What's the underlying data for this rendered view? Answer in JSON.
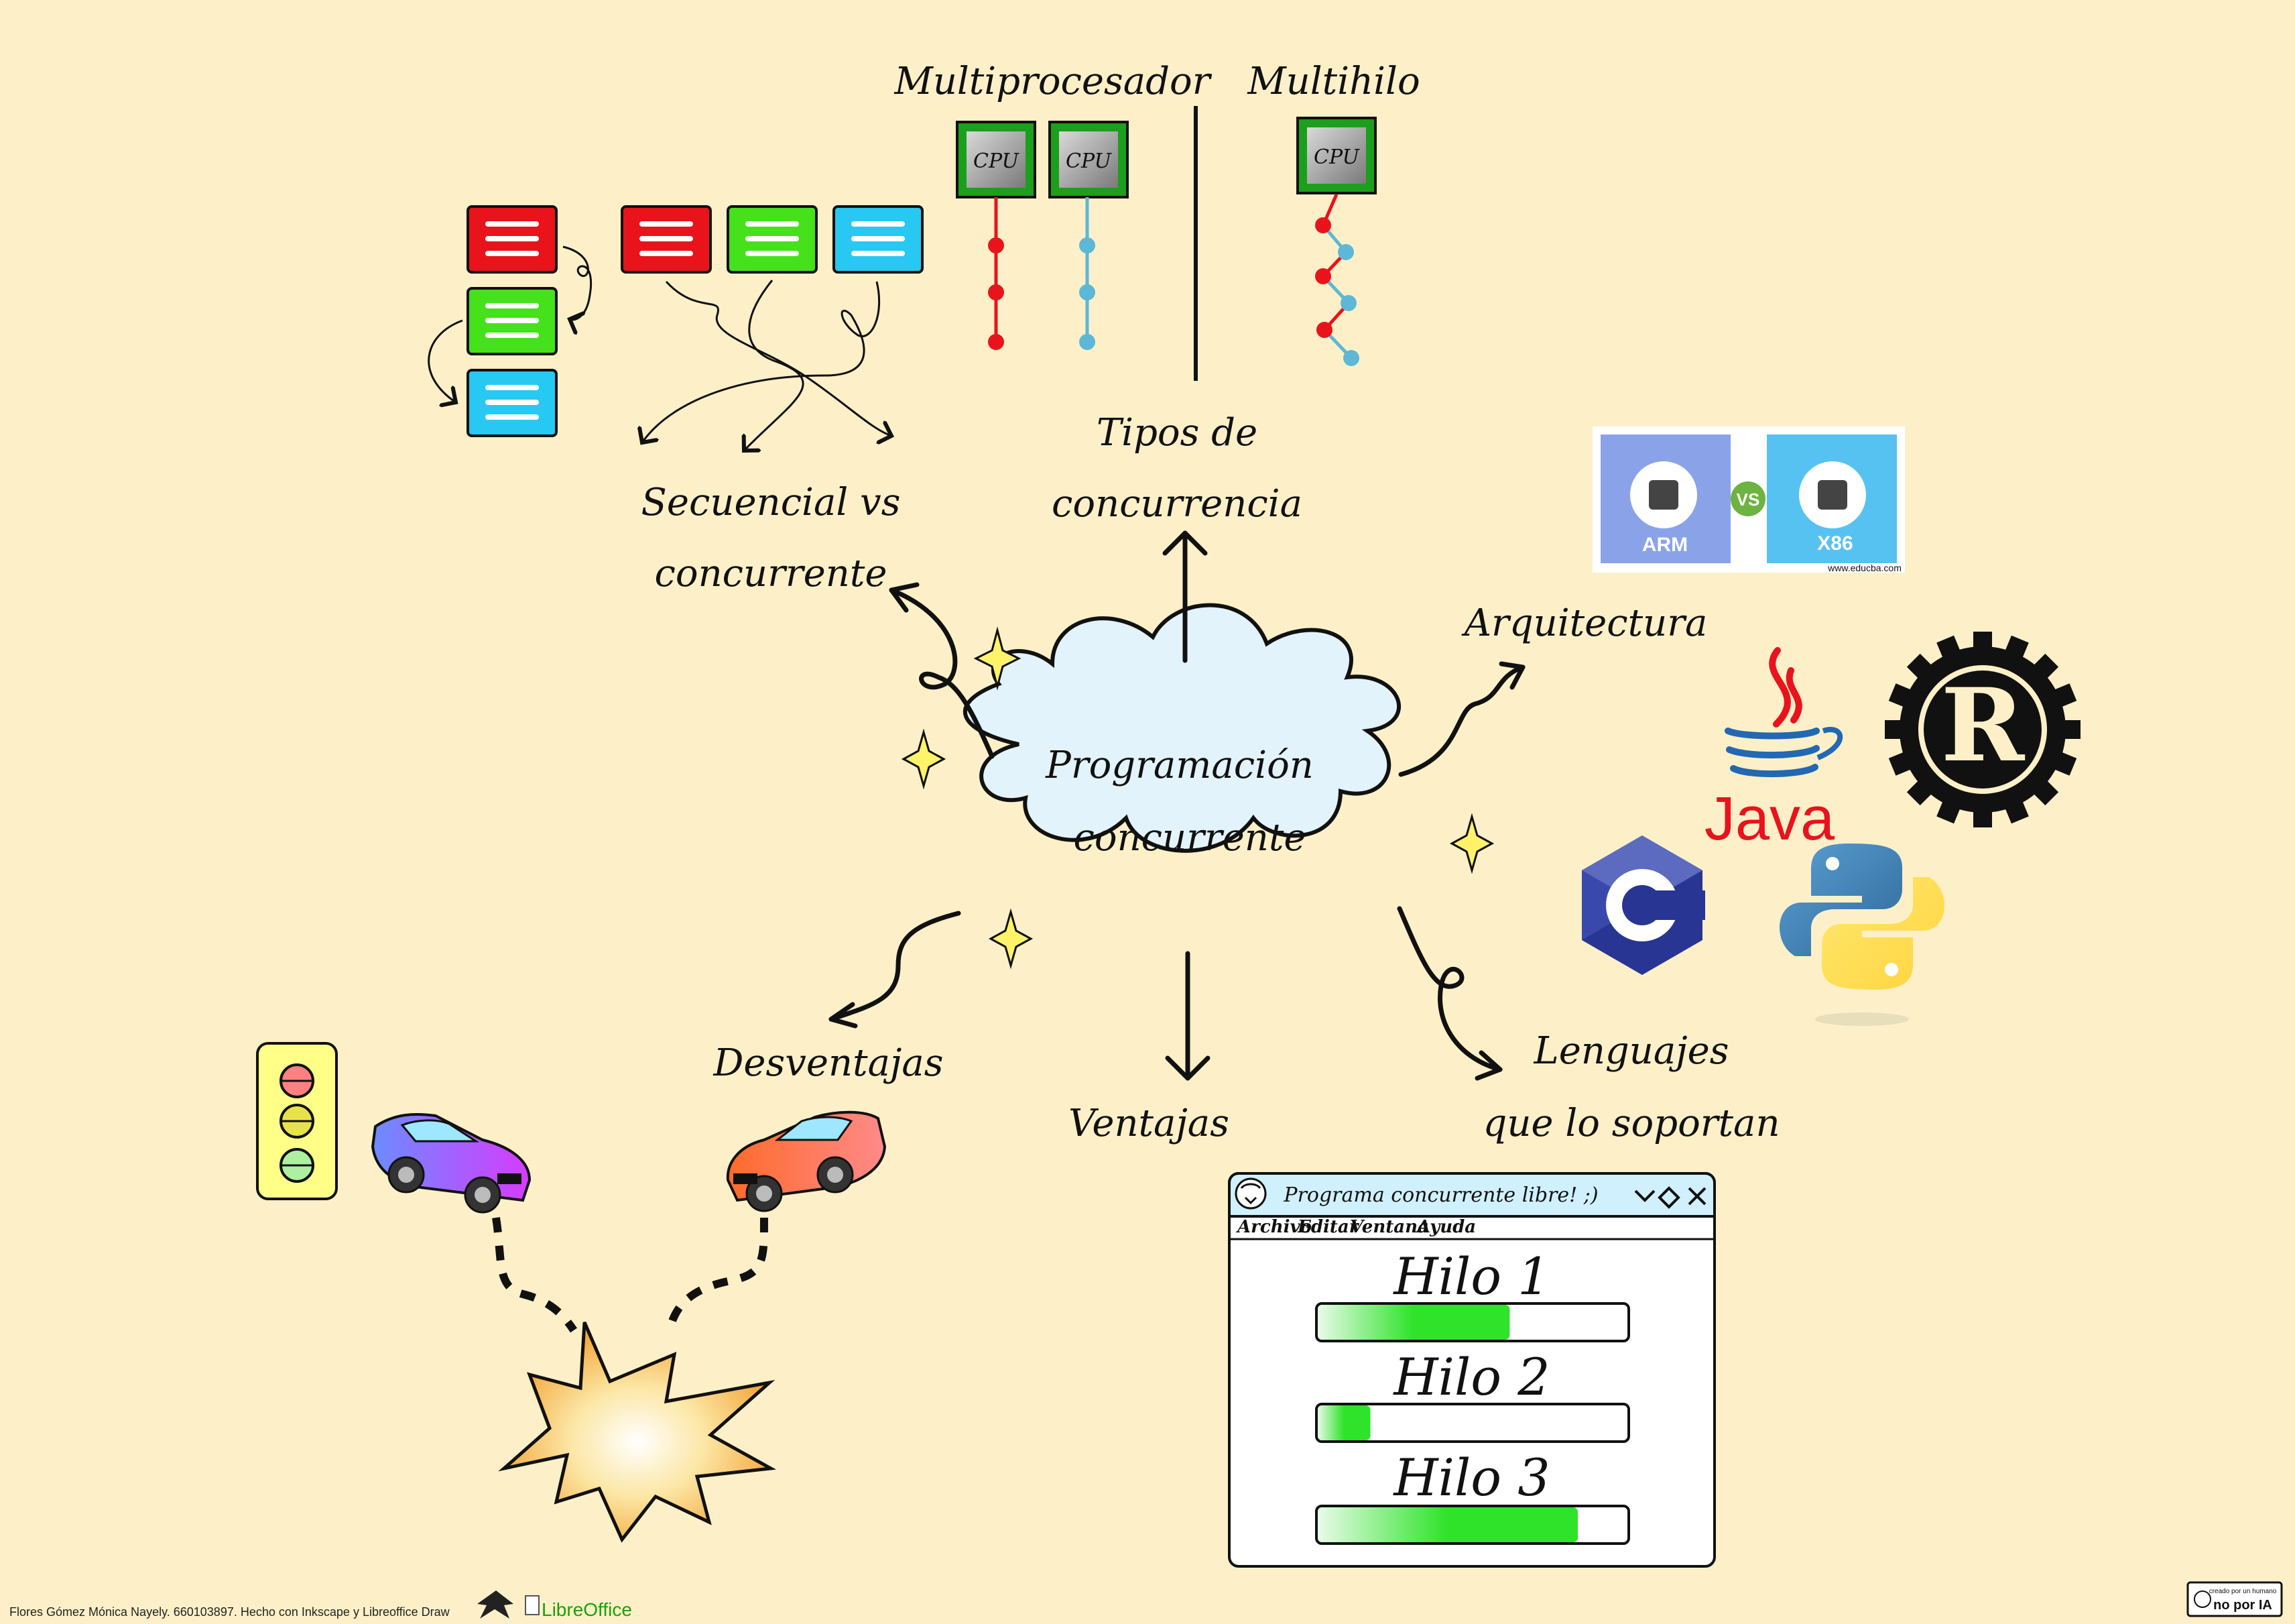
{
  "center": {
    "line1": "Programación",
    "line2": "concurrente"
  },
  "branches": {
    "secuencial": {
      "line1": "Secuencial vs",
      "line2": "concurrente"
    },
    "tipos": {
      "line1": "Tipos de",
      "line2": "concurrencia"
    },
    "arquitectura": "Arquitectura",
    "lenguajes": {
      "line1": "Lenguajes",
      "line2": "que lo soportan"
    },
    "ventajas": "Ventajas",
    "desventajas": "Desventajas"
  },
  "types": {
    "multiprocesador": "Multiprocesador",
    "multihilo": "Multihilo",
    "cpu_label": "CPU"
  },
  "arch_image": {
    "left": "ARM",
    "vs": "VS",
    "right": "X86",
    "credit": "www.educba.com"
  },
  "languages": {
    "java": "Java",
    "rust": "R",
    "c": "C",
    "python": "python-logo"
  },
  "program_window": {
    "title": "Programa concurrente libre! ;)",
    "menu": [
      "Archivo",
      "Editar",
      "Ventana",
      "Ayuda"
    ],
    "threads": [
      {
        "label": "Hilo 1",
        "progress": 0.62
      },
      {
        "label": "Hilo 2",
        "progress": 0.17
      },
      {
        "label": "Hilo 3",
        "progress": 0.84
      }
    ]
  },
  "footer": {
    "credit": "Flores Gómez Mónica Nayely. 660103897. Hecho con Inkscape y Libreoffice Draw",
    "libreoffice": "LibreOffice",
    "badge_small": "creado por un humano",
    "badge_big": "no por IA"
  },
  "colors": {
    "background": "#fdf0c8",
    "red": "#e8131b",
    "green": "#45e11b",
    "cyan": "#27c8f2",
    "cpu_border": "#1c9f1c",
    "progress_green": "#2ee32a",
    "cloud": "#e2f3fb"
  }
}
